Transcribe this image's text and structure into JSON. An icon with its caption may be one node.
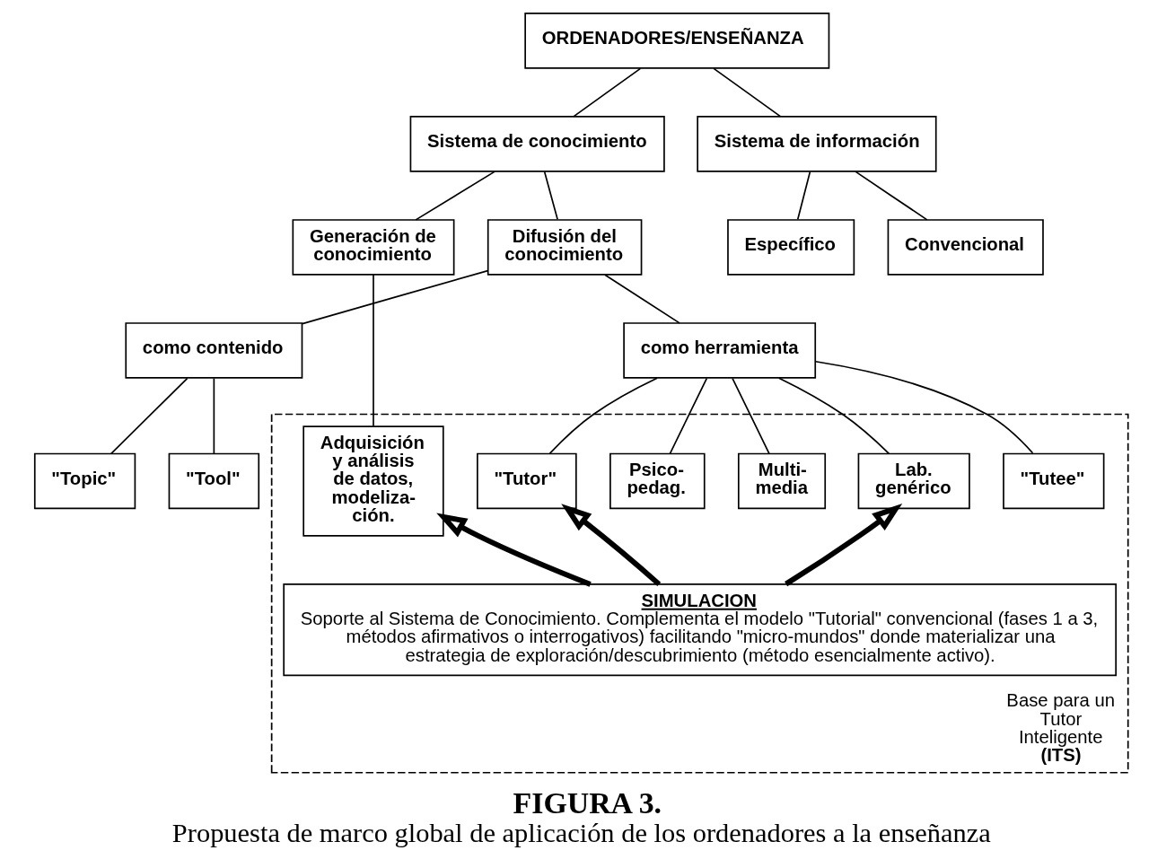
{
  "diagram": {
    "title": "FIGURA 3.",
    "caption": "Propuesta de marco global de aplicación de los ordenadores a la enseñanza",
    "nodes": [
      {
        "text": [
          "ORDENADORES/ENSEÑANZA"
        ]
      },
      {
        "text": [
          "Sistema de conocimiento"
        ]
      },
      {
        "text": [
          "Sistema de información"
        ]
      },
      {
        "text": [
          "Generación de conocimiento"
        ]
      },
      {
        "text": [
          "Difusión del conocimiento"
        ]
      },
      {
        "text": [
          "Específico"
        ]
      },
      {
        "text": [
          "Convencional"
        ]
      },
      {
        "text": [
          "Base para un Tutor Inteligente",
          "(ITS)"
        ]
      },
      {
        "text": [
          "Adquisición y análisis de datos, modeliza- ción."
        ],
        "in": 7
      },
      {
        "text": [
          "como contenido"
        ]
      },
      {
        "text": [
          "como herramienta"
        ]
      },
      {
        "text": [
          "\"Topic\""
        ]
      },
      {
        "text": [
          "\"Tool\""
        ]
      },
      {
        "text": [
          "\"Tutor\""
        ],
        "in": 7
      },
      {
        "text": [
          "\"Tutee\""
        ],
        "in": 7
      },
      {
        "text": [
          "Lab. genérico"
        ],
        "in": 7
      },
      {
        "text": [
          "Multi- media"
        ],
        "in": 7
      },
      {
        "text": [
          "Psico- pedag."
        ],
        "in": 7
      },
      {
        "text": [
          "SIMULACION",
          "Soporte al Sistema de Conocimiento. Complementa el modelo \"Tutorial\" convencional (fases 1 a 3, métodos afirmativos o interrogativos) facilitando \"micro-mundos\" donde materializar una estrategia de exploración/descubrimiento (método esencialmente activo)."
        ],
        "in": 7
      }
    ],
    "edges": [
      {
        "from": 0,
        "to": 1,
        "arrow": "none"
      },
      {
        "from": 0,
        "to": 2,
        "arrow": "none"
      },
      {
        "from": 1,
        "to": 3,
        "arrow": "none"
      },
      {
        "from": 1,
        "to": 4,
        "arrow": "none"
      },
      {
        "from": 2,
        "to": 5,
        "arrow": "none"
      },
      {
        "from": 2,
        "to": 6,
        "arrow": "none"
      },
      {
        "from": 3,
        "to": 8,
        "arrow": "none"
      },
      {
        "from": 4,
        "to": 9,
        "arrow": "none"
      },
      {
        "from": 4,
        "to": 10,
        "arrow": "none"
      },
      {
        "from": 9,
        "to": 11,
        "arrow": "none"
      },
      {
        "from": 9,
        "to": 12,
        "arrow": "none"
      },
      {
        "from": 10,
        "to": 13,
        "arrow": "none"
      },
      {
        "from": 10,
        "to": 14,
        "arrow": "none"
      },
      {
        "from": 10,
        "to": 15,
        "arrow": "none"
      },
      {
        "from": 10,
        "to": 16,
        "arrow": "none"
      },
      {
        "from": 10,
        "to": 17,
        "arrow": "none"
      },
      {
        "from": 18,
        "to": 8,
        "arrow": "to",
        "style": "thick"
      },
      {
        "from": 18,
        "to": 13,
        "arrow": "to",
        "style": "thick"
      },
      {
        "from": 18,
        "to": 15,
        "arrow": "to",
        "style": "thick"
      }
    ]
  }
}
